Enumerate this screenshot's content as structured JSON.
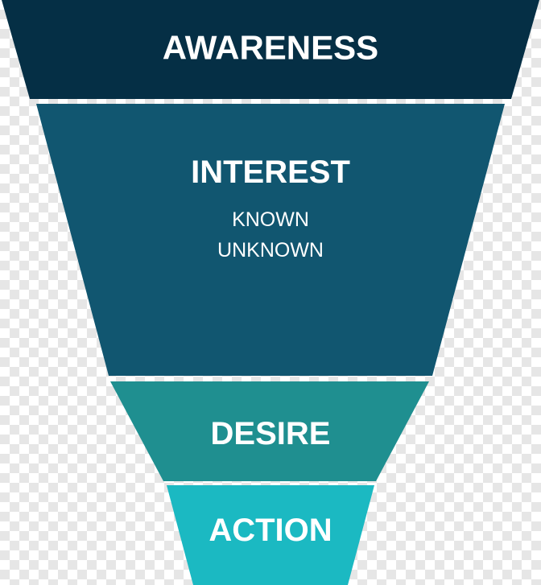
{
  "funnel": {
    "stages": [
      {
        "label": "AWARENESS",
        "color": "#052f45"
      },
      {
        "label": "INTEREST",
        "color": "#115670",
        "sublabels": [
          "KNOWN",
          "UNKNOWN"
        ]
      },
      {
        "label": "DESIRE",
        "color": "#1f8f90"
      },
      {
        "label": "ACTION",
        "color": "#1bb9c2"
      }
    ]
  }
}
